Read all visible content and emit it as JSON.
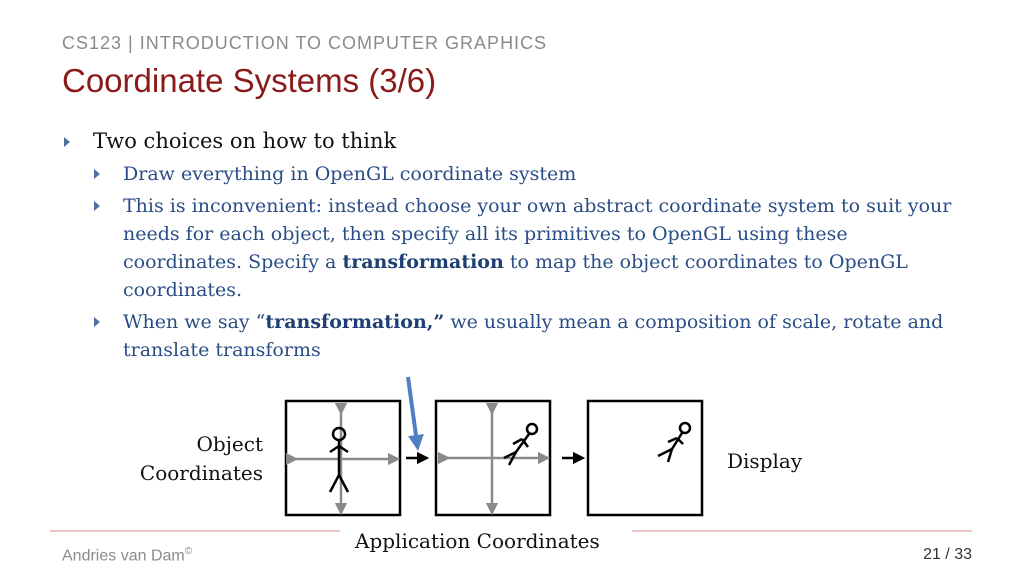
{
  "header": {
    "course": "CS123 | INTRODUCTION TO COMPUTER GRAPHICS",
    "title": "Coordinate Systems (3/6)"
  },
  "bullets": {
    "b1": "Two choices on how to think",
    "b2": "Draw everything in OpenGL coordinate system",
    "b3_part1": "This is inconvenient: instead choose your own abstract coordinate system to suit your needs for each object, then specify all its primitives to OpenGL using these coordinates. Specify a ",
    "b3_bold": "transformation",
    "b3_part2": " to map the object coordinates to OpenGL coordinates.",
    "b4_part1": "When we say “",
    "b4_bold": "transformation,”",
    "b4_part2": " we usually mean a composition of scale, rotate and translate transforms"
  },
  "diagram": {
    "object_label_line1": "Object",
    "object_label_line2": "Coordinates",
    "display_label": "Display",
    "application_label": "Application Coordinates",
    "colors": {
      "axis": "#8a8a8a",
      "pointer": "#4f7fc0",
      "divider": "#d98a8a",
      "figure": "#000000"
    }
  },
  "footer": {
    "author": "Andries van Dam",
    "copyright": "©",
    "page": "21 / 33"
  }
}
